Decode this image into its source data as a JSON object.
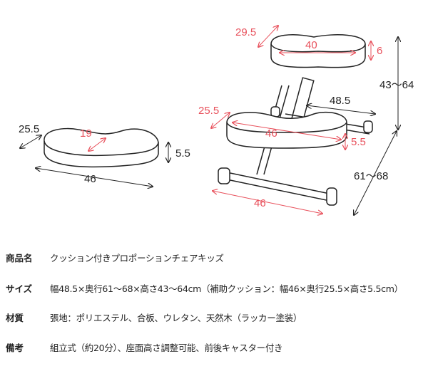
{
  "diagram": {
    "cushion": {
      "depth": "25.5",
      "inner": "19",
      "height": "5.5",
      "width": "46"
    },
    "chair": {
      "back_depth": "29.5",
      "back_width": "40",
      "back_thickness": "6",
      "height": "43〜64",
      "width": "48.5",
      "seat_depth": "25.5",
      "seat_width": "46",
      "seat_thickness": "5.5",
      "depth": "61〜68",
      "base_width": "46"
    },
    "colors": {
      "accent": "#e8505b",
      "line": "#222222"
    }
  },
  "specs": [
    {
      "label": "商品名",
      "value": "クッション付きプロポーションチェアキッズ"
    },
    {
      "label": "サイズ",
      "value": "幅48.5×奥行61〜68×高さ43〜64cm（補助クッション：幅46×奥行25.5×高さ5.5cm）"
    },
    {
      "label": "材質",
      "value": "張地：ポリエステル、合板、ウレタン、天然木（ラッカー塗装）"
    },
    {
      "label": "備考",
      "value": "組立式（約20分）、座面高さ調整可能、前後キャスター付き"
    }
  ]
}
